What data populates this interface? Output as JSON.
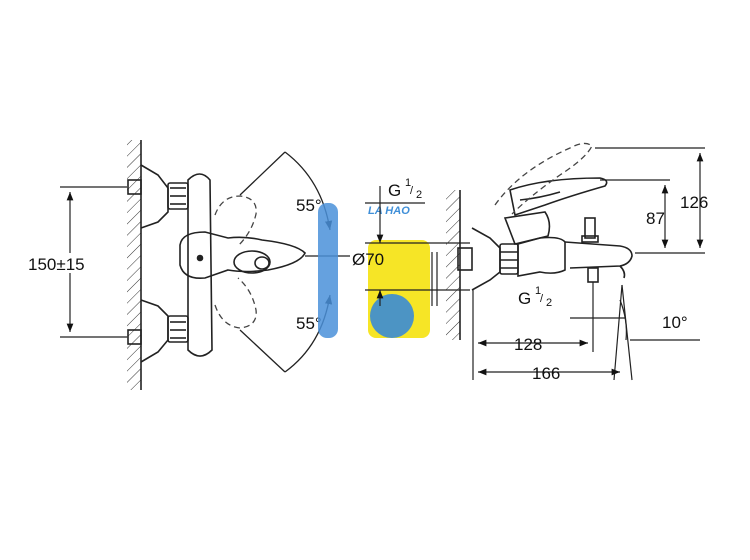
{
  "dimensions": {
    "height_range": "150±15",
    "angle_up": "55°",
    "angle_down": "55°",
    "diameter": "Ø70",
    "thread_top_main": "G",
    "thread_top_fraction": "1/2",
    "thread_bottom_main": "G",
    "thread_bottom_fraction": "1/2",
    "height_87": "87",
    "height_126": "126",
    "length_128": "128",
    "length_166": "166",
    "angle_spout": "10°"
  },
  "watermark": {
    "text": "LA HAO",
    "colors": [
      "#4a90d9",
      "#f4e000",
      "#3a8bd6"
    ]
  },
  "colors": {
    "line": "#222222",
    "dashed": "#555555"
  }
}
